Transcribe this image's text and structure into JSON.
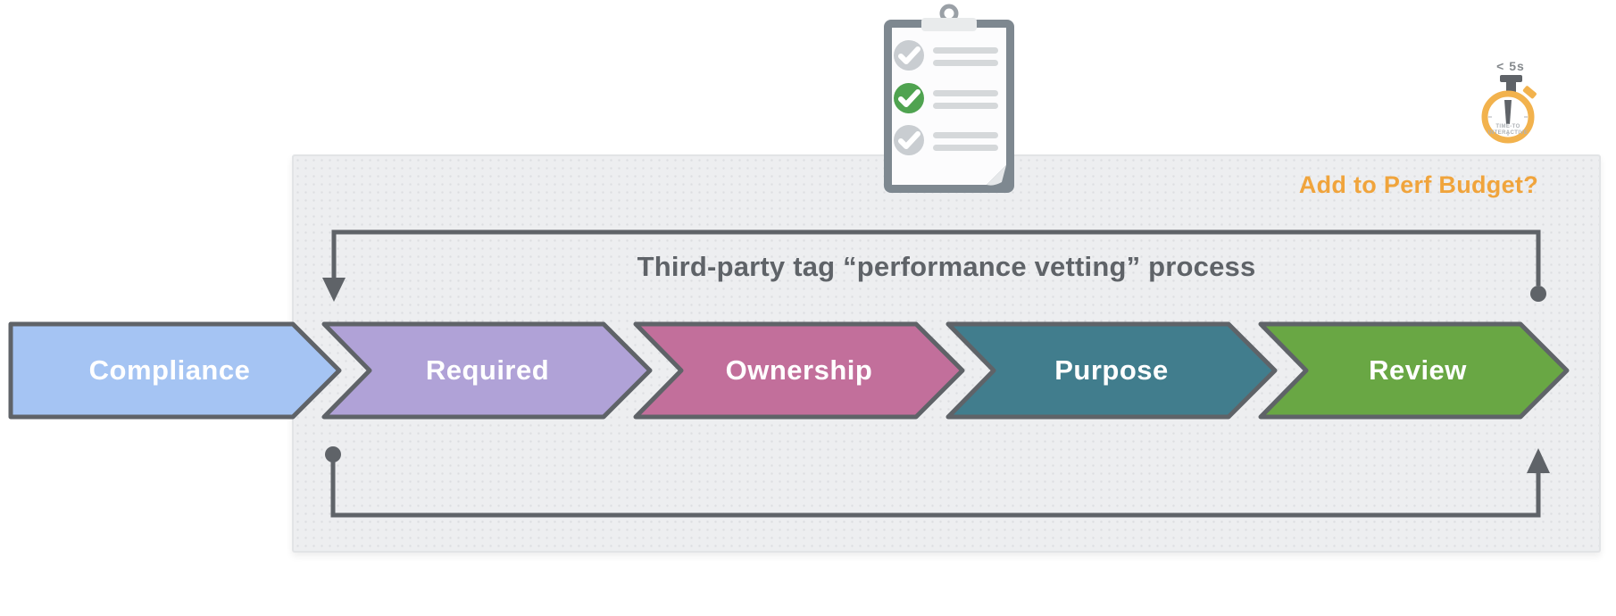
{
  "diagram": {
    "heading": "Third-party tag “performance vetting” process",
    "perf_budget_label": "Add to Perf Budget?"
  },
  "stages": [
    {
      "label": "Compliance",
      "color": "#A5C4F3"
    },
    {
      "label": "Required",
      "color": "#B0A2D7"
    },
    {
      "label": "Ownership",
      "color": "#C26F9B"
    },
    {
      "label": "Purpose",
      "color": "#417D8D"
    },
    {
      "label": "Review",
      "color": "#69A744"
    }
  ],
  "stopwatch": {
    "time_label": "< 5s",
    "dial_line1": "TIME-TO",
    "dial_line2": "INTERACTIVE",
    "ring_color": "#F2B24D"
  },
  "checklist": {
    "rows": [
      {
        "check": "gray-check-icon"
      },
      {
        "check": "green-check-icon"
      },
      {
        "check": "gray-check-icon"
      }
    ],
    "green": "#4FA350",
    "gray": "#C9CDD1"
  },
  "colors": {
    "outline_gray": "#5F6368",
    "accent_orange": "#F0A43C",
    "panel_background": "#EDEEF0"
  }
}
